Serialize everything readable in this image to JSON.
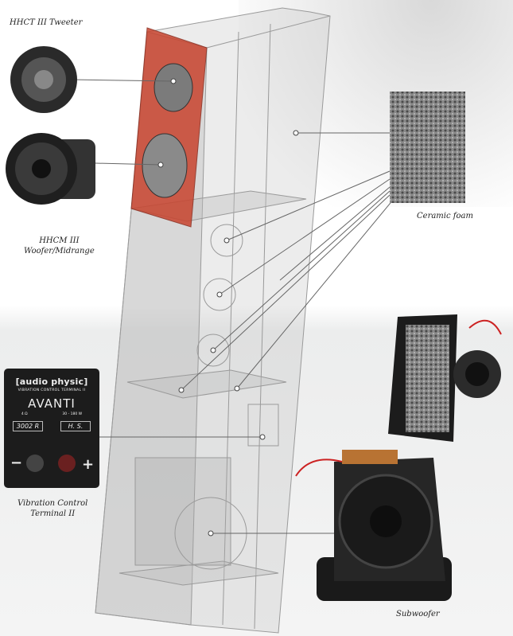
{
  "labels": {
    "tweeter": "HHCT III Tweeter",
    "woofer_line1": "HHCM III",
    "woofer_line2": "Woofer/Midrange",
    "foam": "Ceramic foam",
    "terminal_line1": "Vibration Control",
    "terminal_line2": "Terminal II",
    "subwoofer": "Subwoofer"
  },
  "plate": {
    "brand": "[audio physic]",
    "subtitle": "VIBRATION CONTROL TERMINAL II",
    "model": "AVANTI",
    "impedance": "4 Ω",
    "power": "30 - 180 W",
    "serial": "3002 R",
    "inspection": "H. S.",
    "minus": "−",
    "plus": "+"
  },
  "colors": {
    "accent_red": "#c8442e",
    "plate": "#1c1c1c"
  }
}
